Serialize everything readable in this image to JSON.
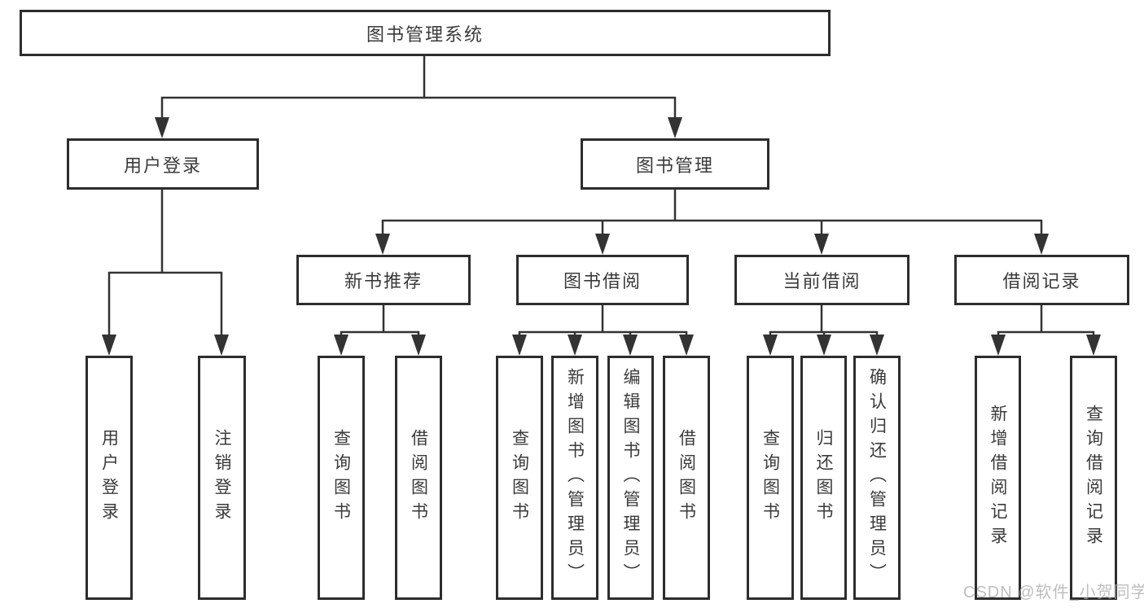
{
  "diagram": {
    "background": "#ffffff",
    "border_color": "#2d2d2d",
    "line_color": "#333333",
    "text_color": "#3a3a3a"
  },
  "nodes": {
    "root": "图书管理系统",
    "user_login": "用户登录",
    "book_mgmt": "图书管理",
    "new_book_rec": "新书推荐",
    "book_borrow": "图书借阅",
    "current_borrow": "当前借阅",
    "borrow_records": "借阅记录",
    "leaf_user_login": "用户登录",
    "leaf_logout": "注销登录",
    "leaf_rec_query": "查询图书",
    "leaf_rec_borrow": "借阅图书",
    "leaf_borrow_query": "查询图书",
    "leaf_borrow_add": "新增图书（管理员）",
    "leaf_borrow_edit": "编辑图书（管理员）",
    "leaf_borrow_lend": "借阅图书",
    "leaf_current_query": "查询图书",
    "leaf_current_return": "归还图书",
    "leaf_current_confirm": "确认归还（管理员）",
    "leaf_records_add": "新增借阅记录",
    "leaf_records_query": "查询借阅记录"
  },
  "hierarchy": {
    "图书管理系统": {
      "用户登录": [
        "用户登录",
        "注销登录"
      ],
      "图书管理": {
        "新书推荐": [
          "查询图书",
          "借阅图书"
        ],
        "图书借阅": [
          "查询图书",
          "新增图书（管理员）",
          "编辑图书（管理员）",
          "借阅图书"
        ],
        "当前借阅": [
          "查询图书",
          "归还图书",
          "确认归还（管理员）"
        ],
        "借阅记录": [
          "新增借阅记录",
          "查询借阅记录"
        ]
      }
    }
  },
  "watermark": {
    "text": "CSDN @软件_小贺同学",
    "color": "#a9a9a9"
  }
}
